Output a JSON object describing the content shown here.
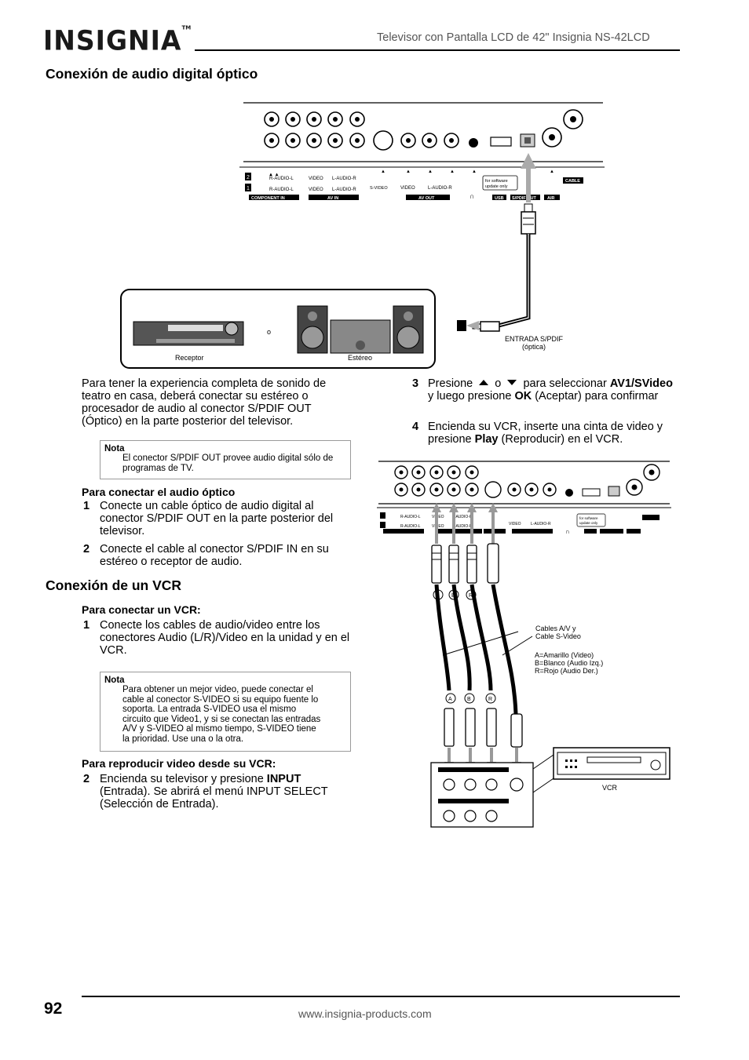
{
  "header": {
    "logo": "INSIGNIA",
    "logo_tm": "TM",
    "title": "Televisor con Pantalla LCD de 42\" Insignia NS-42LCD"
  },
  "section1": {
    "heading": "Conexión de audio digital óptico",
    "intro": "Para tener la experiencia completa de sonido de teatro en casa, deberá conectar su estéreo o procesador de audio al conector S/PDIF OUT (Óptico) en la parte posterior del televisor.",
    "note": {
      "label": "Nota",
      "text": "El conector S/PDIF OUT provee audio digital sólo de programas de TV."
    },
    "subheading": "Para conectar el audio óptico",
    "steps": [
      {
        "num": "1",
        "text": "Conecte un cable óptico de audio digital al conector S/PDIF OUT en la parte posterior del televisor."
      },
      {
        "num": "2",
        "text": "Conecte el cable al conector S/PDIF IN en su estéreo o receptor de audio."
      }
    ],
    "diagram": {
      "labels": {
        "receiver": "Receptor",
        "or": "o",
        "stereo": "Estéreo",
        "spdif_in_1": "ENTRADA S/PDIF",
        "spdif_in_2": "(óptica)"
      }
    }
  },
  "section2": {
    "heading": "Conexión de un VCR",
    "subheading": "Para conectar un VCR:",
    "step1": {
      "num": "1",
      "text": "Conecte los cables de audio/video entre los conectores Audio (L/R)/Video en la unidad y en el VCR."
    },
    "note": {
      "label": "Nota",
      "text_lines": [
        "Para obtener un mejor video, puede conectar el",
        "cable al conector S-VIDEO si su equipo fuente lo",
        "soporta. La entrada S-VIDEO usa el mismo",
        "circuito que Video1, y si se conectan las entradas",
        "A/V y S-VIDEO al mismo tiempo, S-VIDEO tiene",
        "la prioridad. Use una o la otra."
      ]
    },
    "subheading2": "Para reproducir video desde su VCR:",
    "step2": {
      "num": "2",
      "pre": "Encienda su televisor y presione ",
      "bold": "INPUT",
      "post": " (Entrada). Se abrirá el menú INPUT SELECT (Selección de Entrada)."
    },
    "step3": {
      "num": "3",
      "pre": "Presione",
      "o": "o",
      "post": "para seleccionar",
      "bold1": "AV1/SVideo",
      "mid": " y luego presione ",
      "bold2": "OK",
      "end": " (Aceptar) para confirmar"
    },
    "step4": {
      "num": "4",
      "pre": "Encienda su VCR, inserte una cinta de video y presione ",
      "bold": "Play",
      "post": " (Reproducir) en el VCR."
    },
    "diagram": {
      "labels": {
        "cables_1": "Cables A/V y",
        "cables_2": "Cable S-Video",
        "legend_a": "A=Amarillo (Video)",
        "legend_b": "B=Blanco (Audio Izq.)",
        "legend_r": "R=Rojo (Audio Der.)",
        "vcr": "VCR",
        "A": "A",
        "B": "B",
        "R": "R"
      }
    }
  },
  "panel": {
    "component_in": "COMPONENT IN",
    "av_in": "AV IN",
    "av_out": "AV OUT",
    "s_video": "S-VIDEO",
    "usb": "USB",
    "spdif_out": "S/PDIF OUT",
    "air": "AIR",
    "cable": "CABLE",
    "r_audio_l": "R-AUDIO-L",
    "video": "VIDEO",
    "l_audio_r": "L-AUDIO-R",
    "sw_1": "for software",
    "sw_2": "update only",
    "n1": "1",
    "n2": "2"
  },
  "footer": {
    "page": "92",
    "url": "www.insignia-products.com"
  }
}
